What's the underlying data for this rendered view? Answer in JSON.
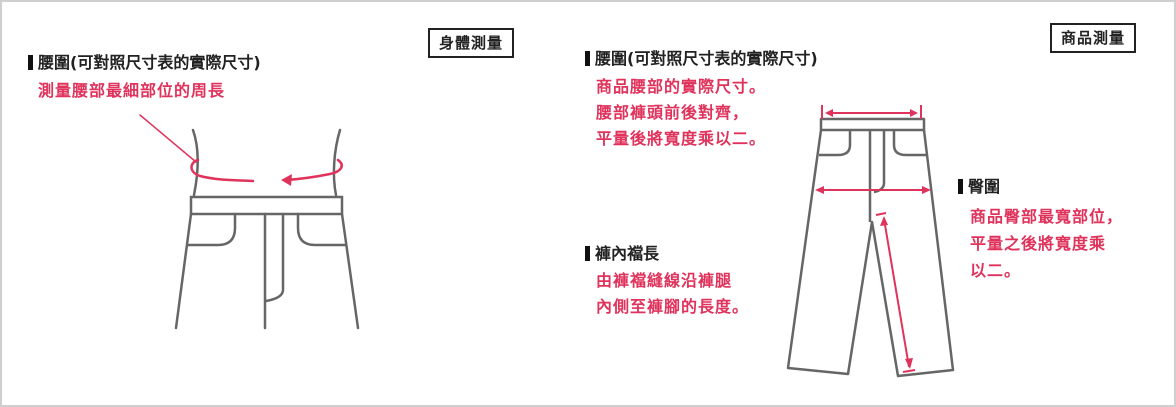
{
  "colors": {
    "accent": "#e0335c",
    "text": "#222222",
    "outline": "#666666",
    "frame_border": "#cfcfcf"
  },
  "body_measurement": {
    "tag": "身體測量",
    "waist": {
      "heading": "腰圍(可對照尺寸表的實際尺寸)",
      "description": [
        "測量腰部最細部位的周長"
      ]
    }
  },
  "product_measurement": {
    "tag": "商品測量",
    "waist": {
      "heading": "腰圍(可對照尺寸表的實際尺寸)",
      "description": [
        "商品腰部的實際尺寸。",
        "腰部褲頭前後對齊，",
        "平量後將寬度乘以二。"
      ]
    },
    "inseam": {
      "heading": "褲內襠長",
      "description": [
        "由褲襠縫線沿褲腿",
        "內側至褲腳的長度。"
      ]
    },
    "hip": {
      "heading": "臀圍",
      "description": [
        "商品臀部最寬部位，",
        "平量之後將寬度乘",
        "以二。"
      ]
    }
  }
}
